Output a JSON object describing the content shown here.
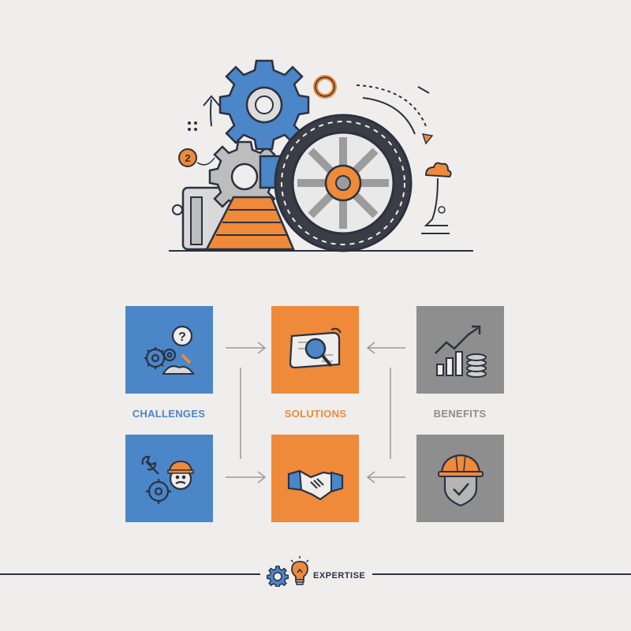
{
  "colors": {
    "blue": "#4a86c8",
    "orange": "#ee8a3a",
    "gray": "#8e8e8e",
    "ink": "#2c3140",
    "background": "#efeeec"
  },
  "columns": [
    {
      "label": "CHALLENGES",
      "color": "#4a86c8",
      "tiles": [
        {
          "icon": "gears-question-icon"
        },
        {
          "icon": "frustrated-worker-wrench-icon"
        }
      ]
    },
    {
      "label": "SOLUTIONS",
      "color": "#ee8a3a",
      "tiles": [
        {
          "icon": "blueprint-magnifier-icon"
        },
        {
          "icon": "handshake-icon"
        }
      ]
    },
    {
      "label": "BENEFITS",
      "color": "#8e8e8e",
      "tiles": [
        {
          "icon": "growth-chart-coins-icon"
        },
        {
          "icon": "hardhat-shield-check-icon"
        }
      ]
    }
  ],
  "footer": {
    "label": "EXPERTISE",
    "icons": [
      "gear-icon",
      "lightbulb-icon"
    ]
  },
  "hero": {
    "icons": [
      "gear-icon",
      "tire-wheel-icon",
      "ramp-icon",
      "arrow-up-icon",
      "number-badge-icon",
      "cloud-pin-icon"
    ],
    "badge_text": "2"
  }
}
